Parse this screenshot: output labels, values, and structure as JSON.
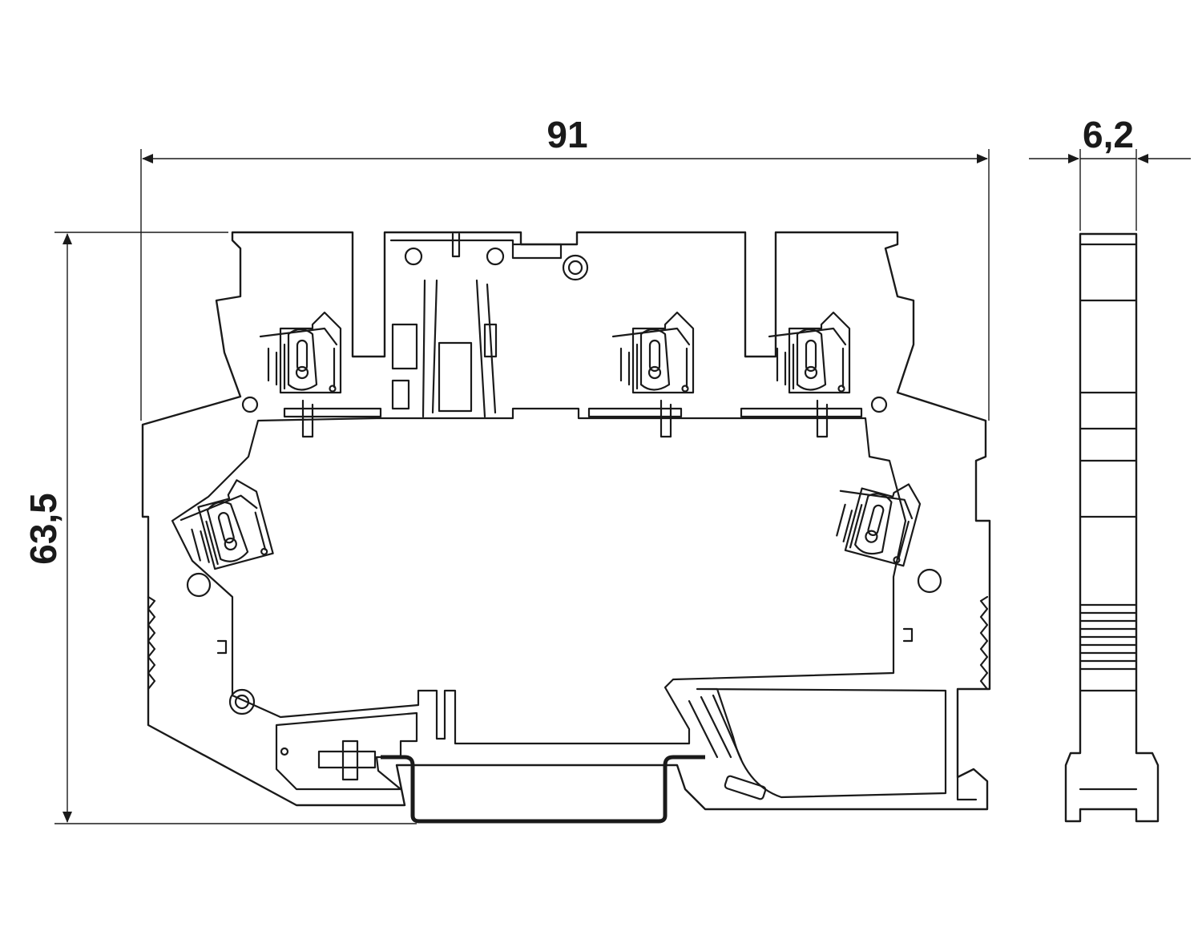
{
  "dimensions": {
    "width": "91",
    "height": "63,5",
    "thickness": "6,2"
  },
  "colors": {
    "line": "#1a1a1a",
    "background": "#ffffff"
  }
}
